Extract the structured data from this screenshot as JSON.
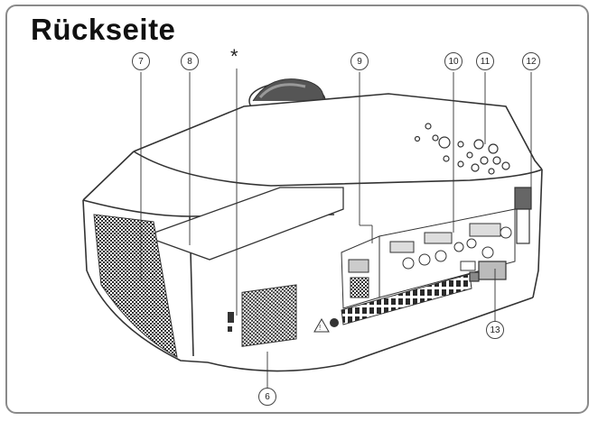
{
  "title": "Rückseite",
  "asterisk": "*",
  "callouts": {
    "c6": "6",
    "c7": "7",
    "c8": "8",
    "c9": "9",
    "c10": "10",
    "c11": "11",
    "c12": "12",
    "c13": "13"
  },
  "colors": {
    "line": "#333333",
    "frame": "#8a8a8a"
  }
}
